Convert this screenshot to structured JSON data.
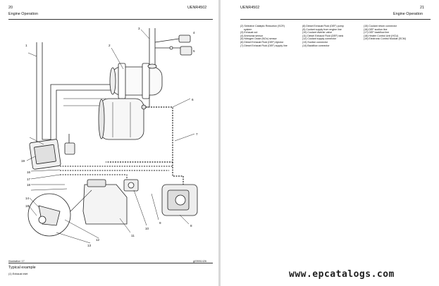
{
  "left_page": {
    "page_number": "20",
    "section_title": "Engine Operation",
    "doc_code": "UENR4502",
    "caption_illustration": "Illustration 17",
    "caption_code": "g03551426",
    "caption_title": "Typical example",
    "caption_first_item": "(1) Exhaust inlet"
  },
  "right_page": {
    "doc_code": "UENR4502",
    "page_number": "21",
    "section_title": "Engine Operation",
    "legend_col1": [
      "(2) Selective Catalytic Reduction (SCR)",
      "system",
      "(3) Exhaust out",
      "(4) Ammonia sensor",
      "(5) Nitrogen Oxide (NOx) sensor",
      "(6) Diesel Exhaust Fluid (DEF) injector",
      "(7) Diesel Exhaust Fluid (DEF) supply line"
    ],
    "legend_col2": [
      "(8) Diesel Exhaust Fluid (DEF) pump",
      "(9) Coolant supply from engine line",
      "(10) Coolant diverter valve",
      "(11) Diesel Exhaust Fluid (DEF) tank",
      "(12) Coolant supply connector",
      "(13) Suction connector",
      "(14) Backflow connector"
    ],
    "legend_col3": [
      "(15) Coolant return connector",
      "(16) DEF suction line",
      "(17) DEF backflow line",
      "(18) Heater Control Unit (HCU)",
      "(19) Electronic Control Module (ECM)"
    ]
  },
  "diagram": {
    "callouts": [
      "1",
      "2",
      "3",
      "4",
      "5",
      "6",
      "7",
      "8",
      "9",
      "10",
      "11",
      "12",
      "13",
      "14",
      "15",
      "16",
      "17",
      "18",
      "19"
    ]
  },
  "watermark": "www.epcatalogs.com"
}
